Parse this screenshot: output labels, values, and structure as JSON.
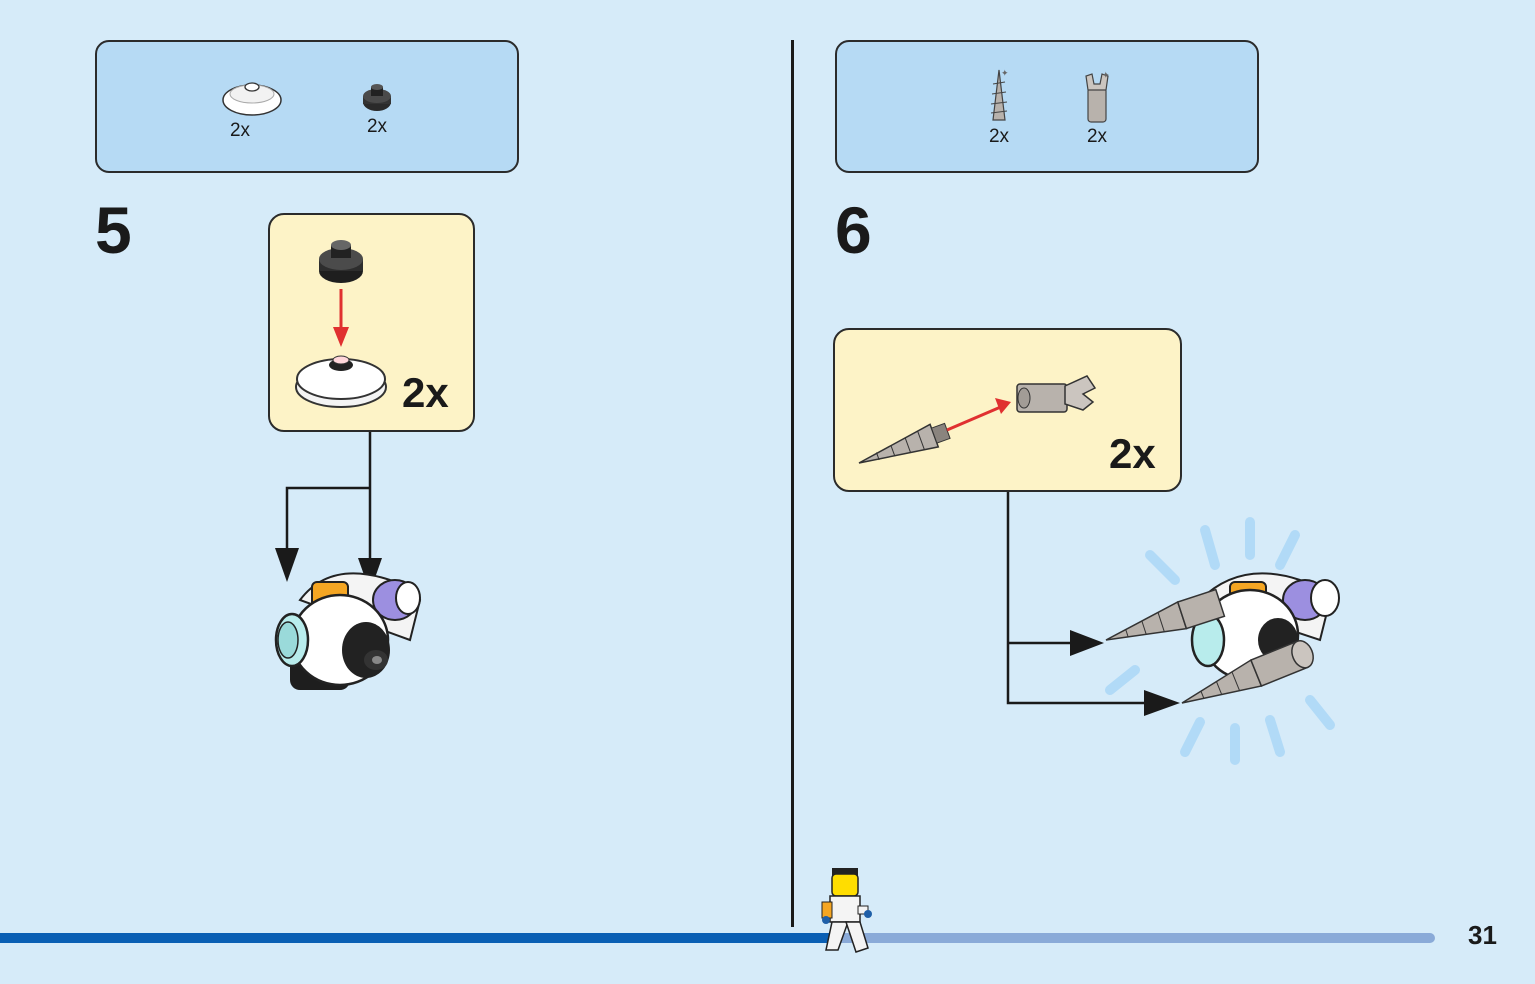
{
  "page": {
    "number": "31"
  },
  "steps": [
    {
      "number": "5",
      "parts": [
        {
          "name": "white dish plate",
          "qty": "2x",
          "icon": "dish-icon"
        },
        {
          "name": "black round plate",
          "qty": "2x",
          "icon": "round-plate-icon"
        }
      ],
      "callout": {
        "multiplier": "2x"
      }
    },
    {
      "number": "6",
      "parts": [
        {
          "name": "drill bit cone",
          "qty": "2x",
          "icon": "drill-cone-icon"
        },
        {
          "name": "clip connector",
          "qty": "2x",
          "icon": "clip-connector-icon"
        }
      ],
      "callout": {
        "multiplier": "2x"
      }
    }
  ],
  "colors": {
    "background": "#d6ebf9",
    "parts_box": "#b6daf4",
    "callout": "#fdf3c7",
    "progress_done": "#0a5fb4",
    "progress_remaining": "#8aaad8",
    "arrow_red": "#e03030"
  }
}
